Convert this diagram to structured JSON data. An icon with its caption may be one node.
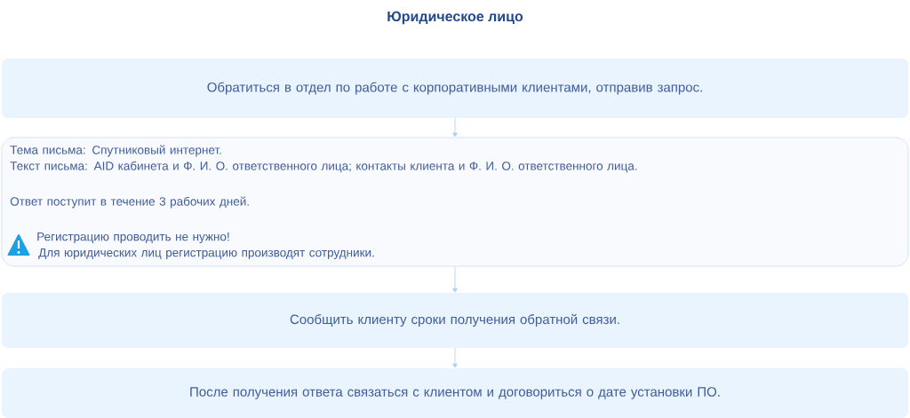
{
  "diagram": {
    "title": "Юридическое лицо",
    "nodes": [
      {
        "text": [
          "Обратиться в отдел по работе с корпоративными клиентами, отправив запрос."
        ]
      },
      {
        "text": [
          "Тема письма: Спутниковый интернет.",
          "Текст письма: AID кабинета и Ф. И. О. ответственного лица; контакты клиента и Ф. И. О. ответственного лица.",
          "Ответ поступит в течение 3 рабочих дней.",
          "Регистрацию проводить не нужно!",
          "Для юридических лиц регистрацию производят сотрудники."
        ]
      },
      {
        "text": [
          "Сообщить клиенту сроки получения обратной связи."
        ]
      },
      {
        "text": [
          "После получения ответа связаться с клиентом и договориться о дате установки ПО."
        ]
      }
    ],
    "edges": [
      {
        "from": 0,
        "to": 1,
        "arrow": "to"
      },
      {
        "from": 1,
        "to": 2,
        "arrow": "to"
      },
      {
        "from": 2,
        "to": 3,
        "arrow": "to"
      }
    ]
  }
}
